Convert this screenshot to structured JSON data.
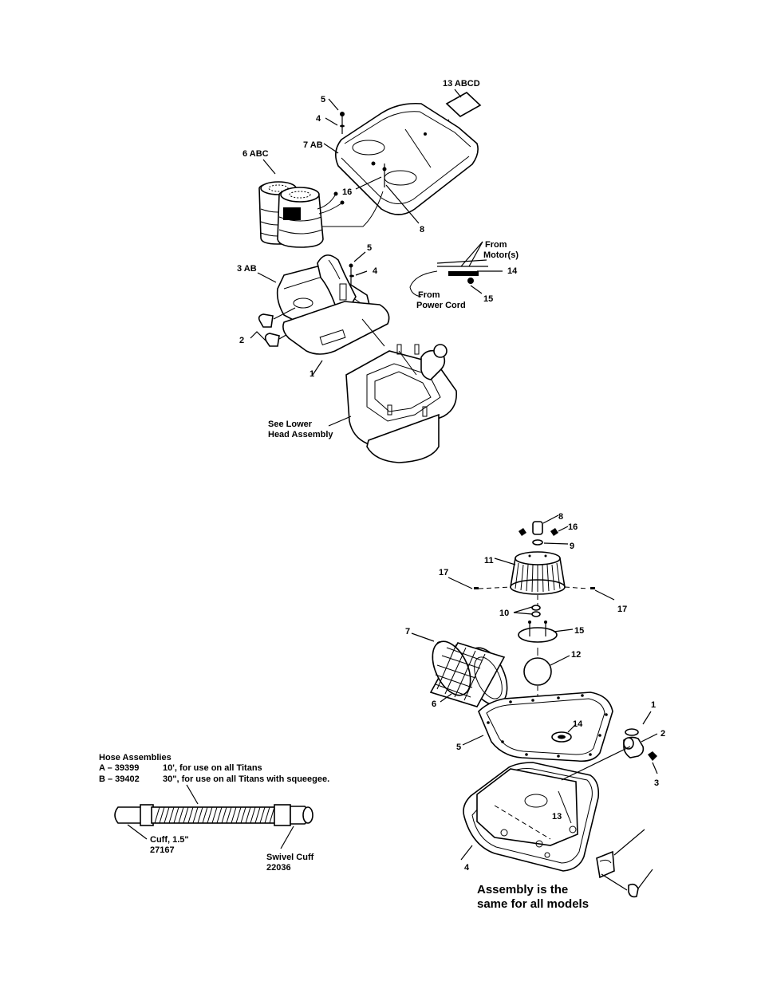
{
  "upper_assembly": {
    "labels": {
      "p13": "13 ABCD",
      "p5a": "5",
      "p4a": "4",
      "p7": "7 AB",
      "p6": "6 ABC",
      "p16": "16",
      "p8": "8",
      "p5b": "5",
      "p4b": "4",
      "p3": "3 AB",
      "p2": "2",
      "p1": "1",
      "from_motor_1": "From",
      "from_motor_2": "Motor(s)",
      "p14": "14",
      "from_cord_1": "From",
      "from_cord_2": "Power Cord",
      "p15": "15",
      "see_lower_1": "See Lower",
      "see_lower_2": "Head Assembly"
    }
  },
  "hose": {
    "title": "Hose Assemblies",
    "rows": [
      {
        "code": "A – 39399",
        "desc": "10', for use on all Titans"
      },
      {
        "code": "B – 39402",
        "desc": "30\", for use on all Titans with squeegee."
      }
    ],
    "cuff_label": "Cuff, 1.5\"",
    "cuff_number": "27167",
    "swivel_label": "Swivel Cuff",
    "swivel_number": "22036"
  },
  "lower_assembly": {
    "labels": {
      "p8": "8",
      "p16": "16",
      "p9": "9",
      "p11": "11",
      "p17a": "17",
      "p17b": "17",
      "p10": "10",
      "p7": "7",
      "p15": "15",
      "p12": "12",
      "p6": "6",
      "p1": "1",
      "p14": "14",
      "p2": "2",
      "p5": "5",
      "p3": "3",
      "p13": "13",
      "p4": "4"
    },
    "note_line1": "Assembly is the",
    "note_line2": "same for all models"
  }
}
